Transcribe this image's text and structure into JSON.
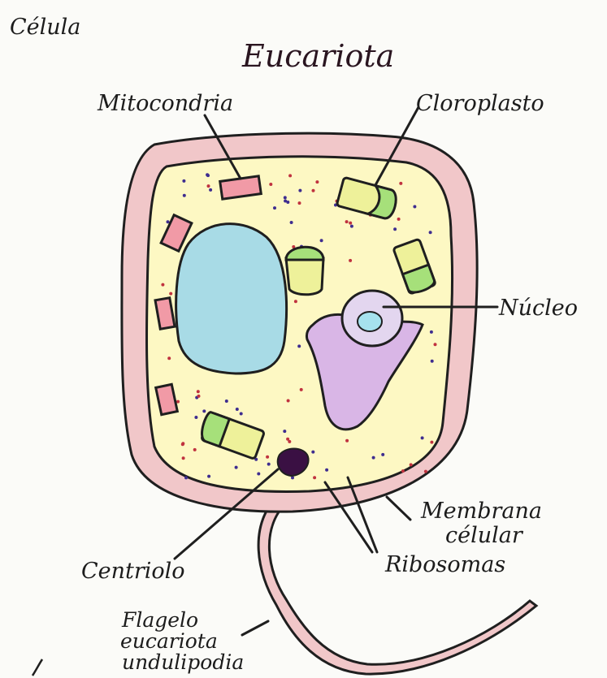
{
  "corner_label": "Célula",
  "title": "Eucariota",
  "labels": {
    "mitocondria": "Mitocondria",
    "cloroplasto": "Cloroplasto",
    "nucleo": "Núcleo",
    "membrana_line1": "Membrana",
    "membrana_line2": "célular",
    "ribosomas": "Ribosomas",
    "centriolo": "Centriolo",
    "flagelo_line1": "Flagelo",
    "flagelo_line2": "eucariota",
    "flagelo_line3": "undulipodia"
  },
  "colors": {
    "cell_wall": "#f1c7c9",
    "cytoplasm": "#fdf8c3",
    "mitochondria": "#f19aa6",
    "chloroplast_body": "#eef19a",
    "chloroplast_cap": "#a6e07a",
    "vacuole": "#a8dbe6",
    "nucleus": "#d9b6e6",
    "nucleolus_ring": "#e3d6ef",
    "nucleolus": "#a6e2ee",
    "centriole": "#3a1043",
    "dot_red": "#c0323f",
    "dot_blue": "#3e2d8f"
  }
}
